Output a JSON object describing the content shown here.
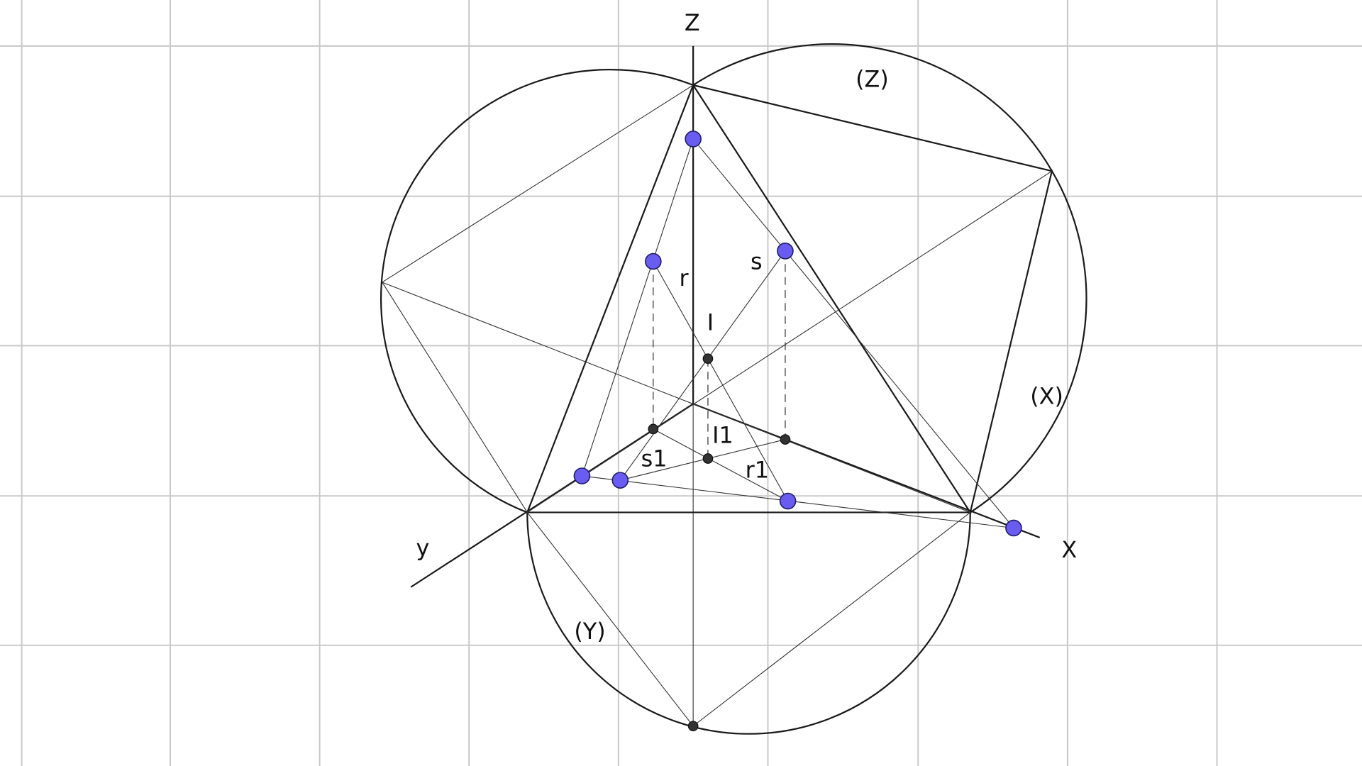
{
  "axes": {
    "z": "Z",
    "y": "y",
    "x": "X"
  },
  "circles": {
    "z": "(Z)",
    "x": "(X)",
    "y": "(Y)"
  },
  "lines": {
    "r": "r",
    "s": "s",
    "r1": "r1",
    "s1": "s1"
  },
  "points": {
    "i": "I",
    "i1": "I1"
  },
  "colors": {
    "free_point": "#6a5cf0",
    "dependent_point": "#333333",
    "grid": "#c8c8c8"
  }
}
